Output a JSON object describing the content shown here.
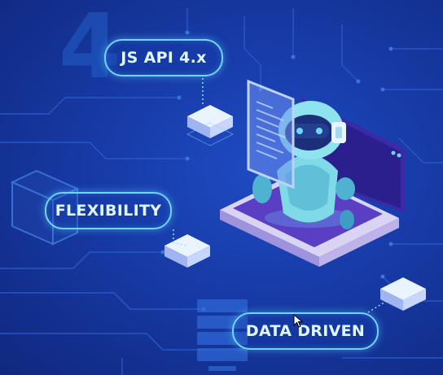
{
  "features": {
    "api": {
      "label": "JS API 4.x",
      "numeral": "4"
    },
    "flexibility": {
      "label": "FLEXIBILITY"
    },
    "data_driven": {
      "label": "DATA DRIVEN"
    }
  },
  "colors": {
    "background": "#173aa6",
    "accent_cyan": "#6fd6ff",
    "robot_body": "#7fd9e6",
    "laptop": "#5a42c8"
  },
  "icons": [
    "robot-icon",
    "laptop-icon",
    "cube-icon",
    "chip-icon",
    "server-stack-icon",
    "mouse-cursor-icon"
  ]
}
